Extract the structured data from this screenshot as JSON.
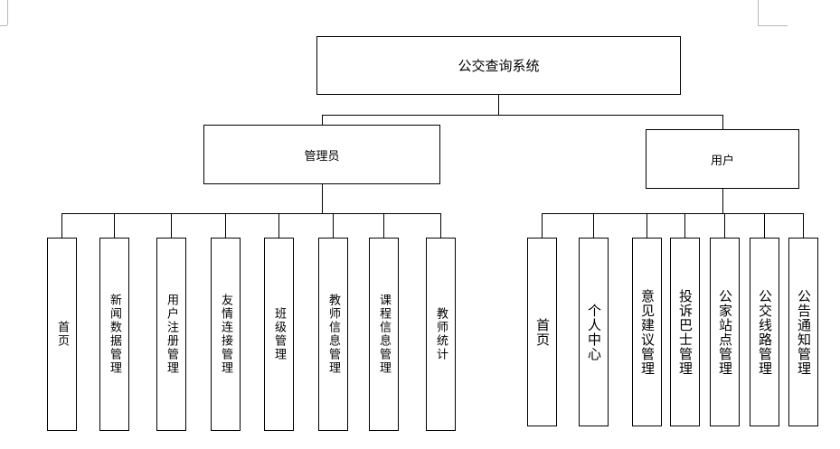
{
  "root": {
    "label": "公交查询系统"
  },
  "admin": {
    "label": "管理员",
    "children": [
      "首页",
      "新闻数据管理",
      "用户注册管理",
      "友情连接管理",
      "班级管理",
      "教师信息管理",
      "课程信息管理",
      "教师统计"
    ]
  },
  "user": {
    "label": "用户",
    "children": [
      "首页",
      "个人中心",
      "意见建议管理",
      "投诉巴士管理",
      "公家站点管理",
      "公交线路管理",
      "公告通知管理"
    ]
  },
  "colors": {
    "line": "#000000",
    "box_fill": "#ffffff",
    "page_corner_mark": "#b8b8b8"
  }
}
